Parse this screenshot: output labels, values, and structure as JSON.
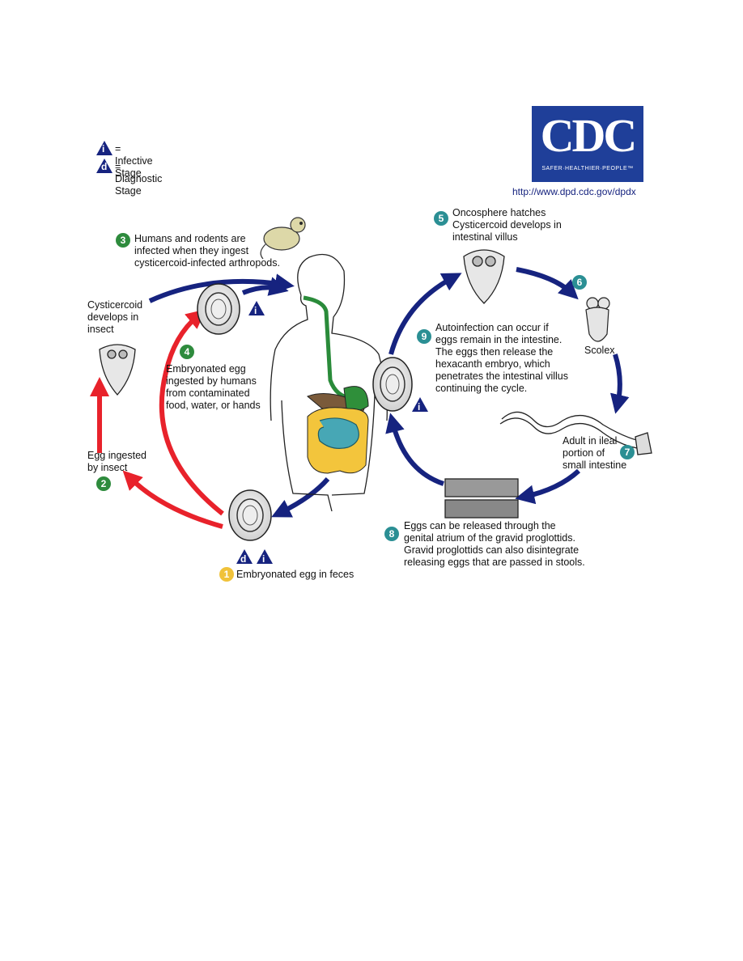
{
  "colors": {
    "blue": "#16237f",
    "red": "#e8222b",
    "green": "#2e8b3d",
    "teal": "#2b8f94",
    "yellow": "#f0c23a",
    "logo_blue": "#1f3f99"
  },
  "legend": {
    "infective_symbol": "i",
    "infective_label": "= Infective Stage",
    "diagnostic_symbol": "d",
    "diagnostic_label": "= Diagnostic Stage"
  },
  "logo": {
    "text": "CDC",
    "tagline": "SAFER·HEALTHIER·PEOPLE™",
    "url": "http://www.dpd.cdc.gov/dpdx"
  },
  "steps": [
    {
      "num": "1",
      "color": "yellow",
      "text": "Embryonated egg in feces"
    },
    {
      "num": "2",
      "color": "green",
      "text": "Egg ingested\nby insect"
    },
    {
      "num": "3",
      "color": "green",
      "text": "Humans and rodents are\ninfected when they ingest\ncysticercoid-infected arthropods."
    },
    {
      "num": "4",
      "color": "green",
      "text": "Embryonated egg\ningested by humans\nfrom contaminated\nfood, water, or hands"
    },
    {
      "num": "5",
      "color": "teal",
      "text": "Oncosphere hatches\nCysticercoid develops in\nintestinal villus"
    },
    {
      "num": "6",
      "color": "teal",
      "text": "Scolex"
    },
    {
      "num": "7",
      "color": "teal",
      "text": "Adult in ileal\nportion of\nsmall intestine"
    },
    {
      "num": "8",
      "color": "teal",
      "text": "Eggs can be released through the\ngenital atrium of the gravid proglottids.\nGravid proglottids can also disintegrate\nreleasing eggs that are passed in stools."
    },
    {
      "num": "9",
      "color": "teal",
      "text": "Autoinfection can occur if\neggs remain in the intestine.\nThe eggs then release the\nhexacanth embryo, which\npenetrates the intestinal villus\ncontinuing the cycle."
    }
  ],
  "labels": {
    "cysticercoid_insect": "Cysticercoid\ndevelops in\ninsect"
  }
}
